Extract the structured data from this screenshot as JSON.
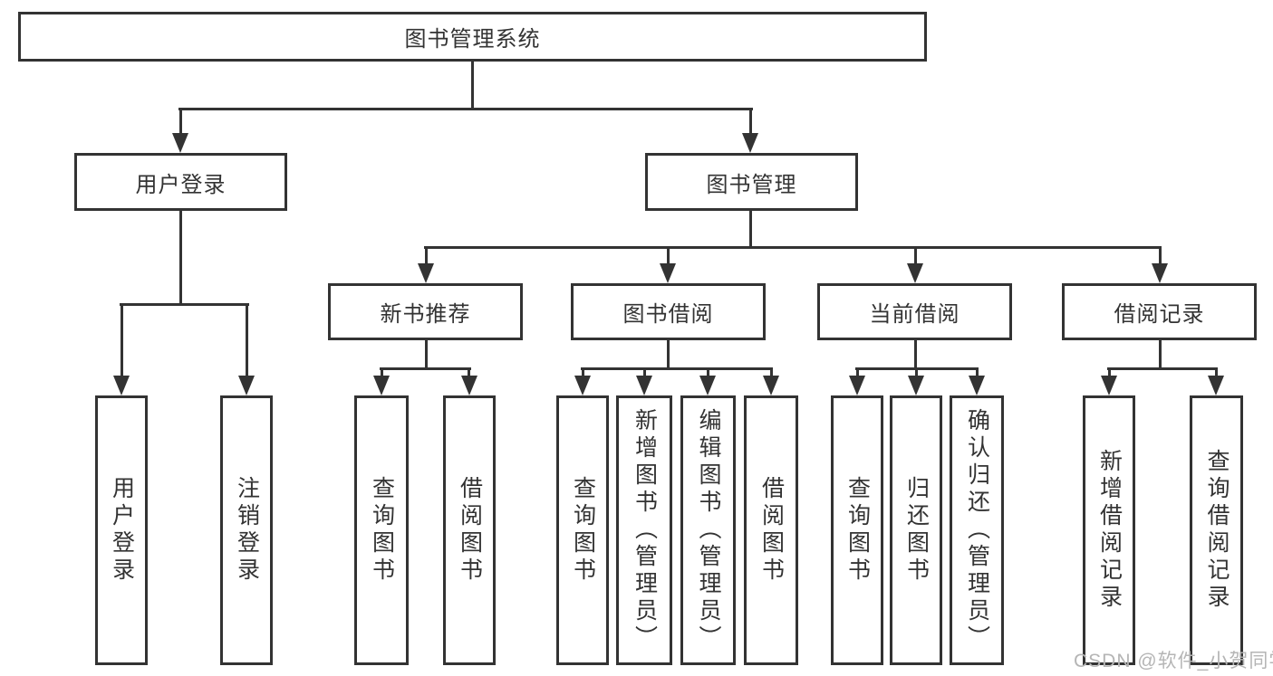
{
  "tree": {
    "root": "图书管理系统",
    "level1": [
      "用户登录",
      "图书管理"
    ],
    "level2": [
      "新书推荐",
      "图书借阅",
      "当前借阅",
      "借阅记录"
    ],
    "leaves_user": [
      "用户登录",
      "注销登录"
    ],
    "leaves_newbook": [
      "查询图书",
      "借阅图书"
    ],
    "leaves_borrow": [
      "查询图书",
      "新增图书（管理员）",
      "编辑图书（管理员）",
      "借阅图书"
    ],
    "leaves_current": [
      "查询图书",
      "归还图书",
      "确认归还（管理员）"
    ],
    "leaves_record": [
      "新增借阅记录",
      "查询借阅记录"
    ]
  },
  "watermark": "CSDN @软件_小贺同学",
  "colors": {
    "line": "#333333",
    "text": "#333333",
    "watermark": "#b5b5b5",
    "background": "#ffffff"
  }
}
